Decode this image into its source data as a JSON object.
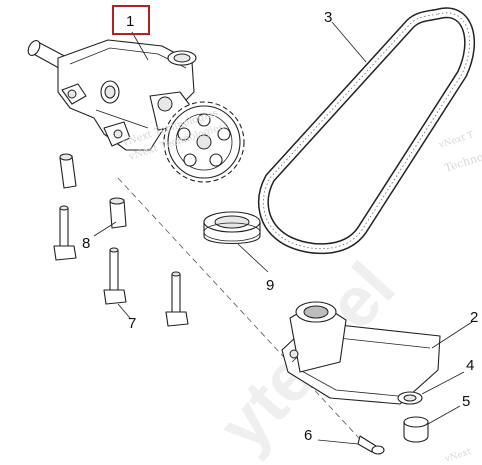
{
  "callouts": {
    "c1": "1",
    "c2": "2",
    "c3": "3",
    "c4": "4",
    "c5": "5",
    "c6": "6",
    "c7": "7",
    "c8": "8",
    "c9": "9"
  },
  "highlight_color": "#b22222",
  "watermark": {
    "line1": "vNext Technologies",
    "line2": "vNext Technologies",
    "line3": "vNext T",
    "line4": "Techno",
    "line5": "vNext"
  }
}
